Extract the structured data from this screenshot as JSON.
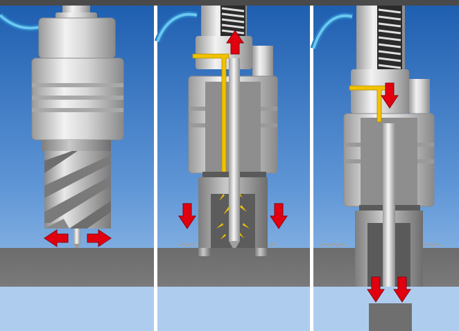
{
  "diagram": {
    "panel_count": 3,
    "colors": {
      "top_bar": "#4a4a4a",
      "sky_top": "#1f5fb0",
      "sky_bottom": "#a9ccef",
      "workpiece": "#6f6f6f",
      "divider": "#ffffff",
      "arrow": "#e00010",
      "coolant_channel": "#f2c200",
      "hose": "#4fb3e8",
      "steel_light": "#f0f0f0",
      "steel_mid": "#c8c8c8",
      "steel_dark": "#8e8e8e"
    },
    "panels": [
      {
        "stage": "cutting",
        "arrows": [
          "left",
          "right"
        ],
        "spring": false
      },
      {
        "stage": "retracted-pilot",
        "arrows": [
          "up",
          "down",
          "down"
        ],
        "spring": true
      },
      {
        "stage": "ejecting-slug",
        "arrows": [
          "down",
          "down",
          "down"
        ],
        "spring": true
      }
    ]
  }
}
